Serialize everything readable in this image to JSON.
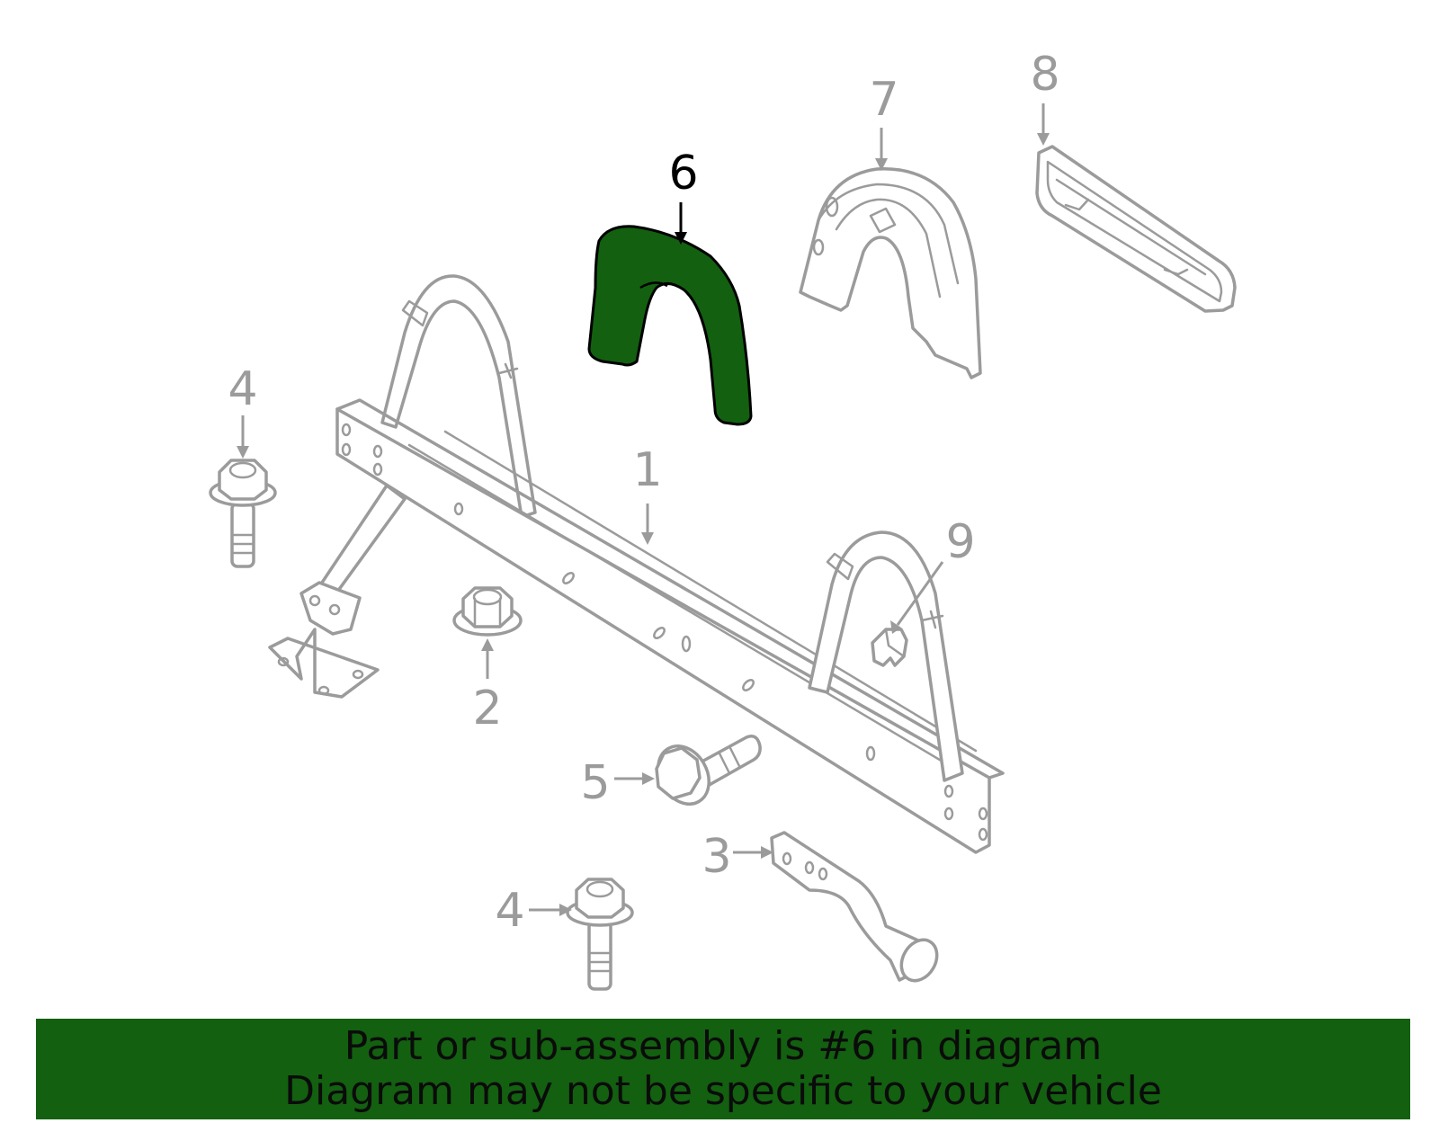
{
  "callouts": [
    {
      "id": "1",
      "label": "1"
    },
    {
      "id": "2",
      "label": "2"
    },
    {
      "id": "3",
      "label": "3"
    },
    {
      "id": "4a",
      "label": "4"
    },
    {
      "id": "4b",
      "label": "4"
    },
    {
      "id": "5",
      "label": "5"
    },
    {
      "id": "6",
      "label": "6",
      "highlighted": true
    },
    {
      "id": "7",
      "label": "7"
    },
    {
      "id": "8",
      "label": "8"
    },
    {
      "id": "9",
      "label": "9"
    }
  ],
  "banner": {
    "line1": "Part or sub-assembly is #6 in diagram",
    "line2": "Diagram may not be specific to your vehicle"
  },
  "colors": {
    "highlight_part": "#136010",
    "banner_background": "#136010",
    "line_art": "#9b9b9b",
    "highlight_callout": "#000000"
  }
}
